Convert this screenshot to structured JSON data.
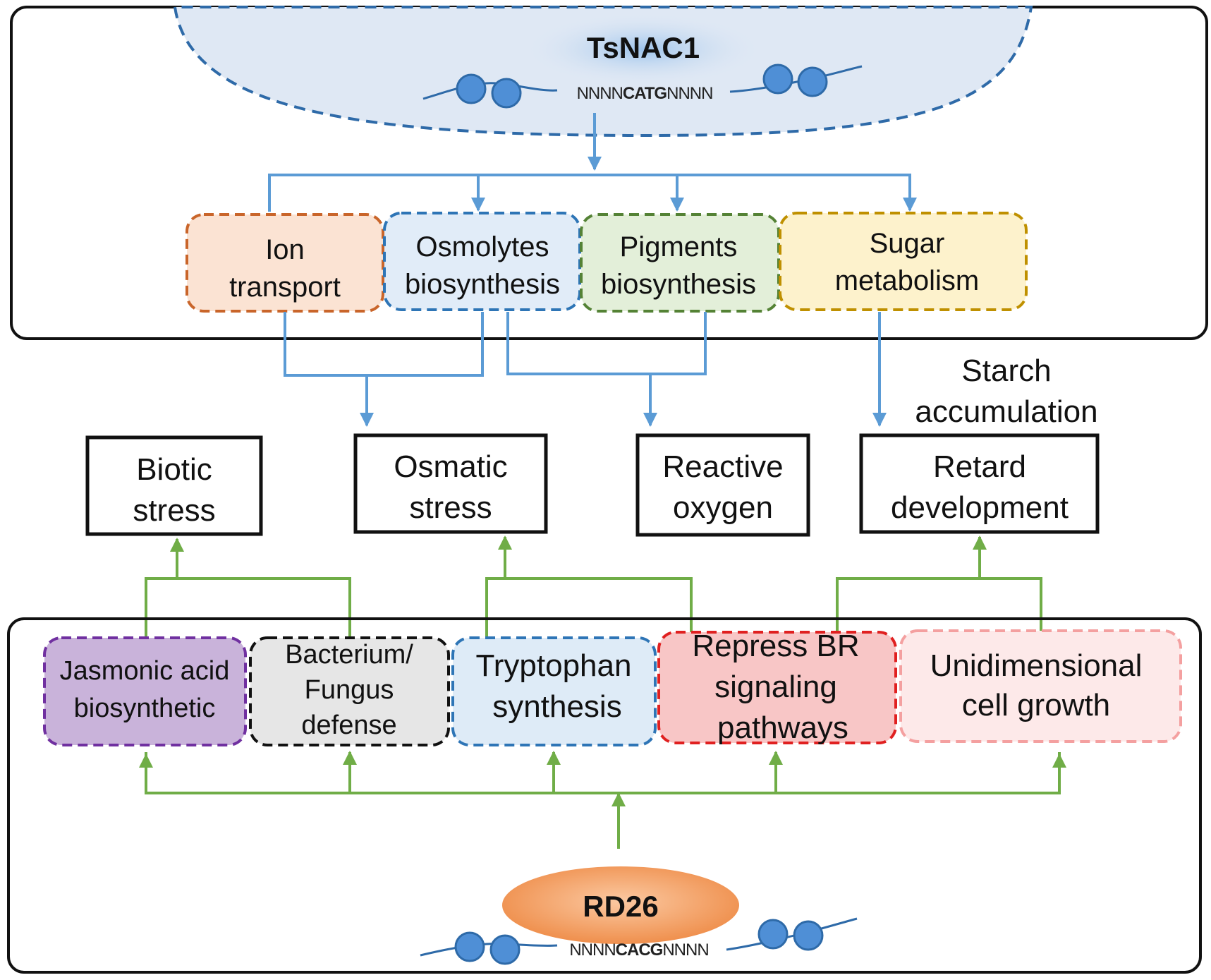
{
  "tsnac1": {
    "gene": "TsNAC1",
    "seq_prefix": "NNNN",
    "seq_core": "CATG",
    "seq_suffix": "NNNN"
  },
  "tsnac1_targets": [
    {
      "line1": "Ion",
      "line2": "transport",
      "fill": "#fbe3d3",
      "stroke": "#c9652a"
    },
    {
      "line1": "Osmolytes",
      "line2": "biosynthesis",
      "fill": "#e1ecf8",
      "stroke": "#2e75b6"
    },
    {
      "line1": "Pigments",
      "line2": "biosynthesis",
      "fill": "#e3efd9",
      "stroke": "#548235"
    },
    {
      "line1": "Sugar",
      "line2": "metabolism",
      "fill": "#fdf2cc",
      "stroke": "#bf9000"
    }
  ],
  "starch_note": {
    "line1": "Starch",
    "line2": "accumulation"
  },
  "phenotypes": [
    {
      "line1": "Biotic",
      "line2": "stress"
    },
    {
      "line1": "Osmatic",
      "line2": "stress"
    },
    {
      "line1": "Reactive",
      "line2": "oxygen"
    },
    {
      "line1": "Retard",
      "line2": "development"
    }
  ],
  "rd26_targets": [
    {
      "lines": [
        "Jasmonic acid",
        "biosynthetic"
      ],
      "fill": "#c9b3da",
      "stroke": "#7030a0"
    },
    {
      "lines": [
        "Bacterium/",
        "Fungus",
        "defense"
      ],
      "fill": "#e6e6e6",
      "stroke": "#111111"
    },
    {
      "lines": [
        "Tryptophan",
        "synthesis"
      ],
      "fill": "#deebf7",
      "stroke": "#2e75b6"
    },
    {
      "lines": [
        "Repress BR",
        "signaling",
        "pathways"
      ],
      "fill": "#f8c6c6",
      "stroke": "#e02020"
    },
    {
      "lines": [
        "Unidimensional",
        "cell growth"
      ],
      "fill": "#fde9e9",
      "stroke": "#f4a0a0"
    }
  ],
  "rd26": {
    "gene": "RD26",
    "seq_prefix": "NNNN",
    "seq_core": "CACG",
    "seq_suffix": "NNNN"
  },
  "colors": {
    "blue_arrow": "#5b9bd5",
    "green_arrow": "#70ad47",
    "nucleus_fill": "#dfe8f4",
    "nucleus_stroke": "#2e6aa8",
    "nucleosome": "#4f8fd6",
    "rd26_oval": "#f4a46a",
    "panel_stroke": "#111111"
  },
  "icons": [
    "nucleosome-icon",
    "dna-strand-icon"
  ]
}
